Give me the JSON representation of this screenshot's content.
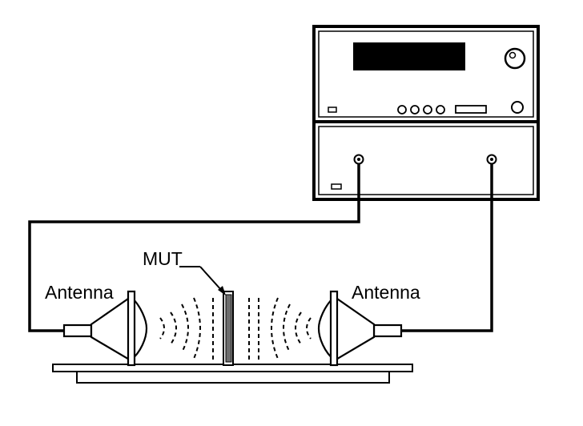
{
  "labels": {
    "mut": "MUT",
    "antenna_left": "Antenna",
    "antenna_right": "Antenna"
  },
  "colors": {
    "line": "#000000",
    "background": "#ffffff",
    "display": "#000000",
    "sample": "#6e6e6e"
  }
}
